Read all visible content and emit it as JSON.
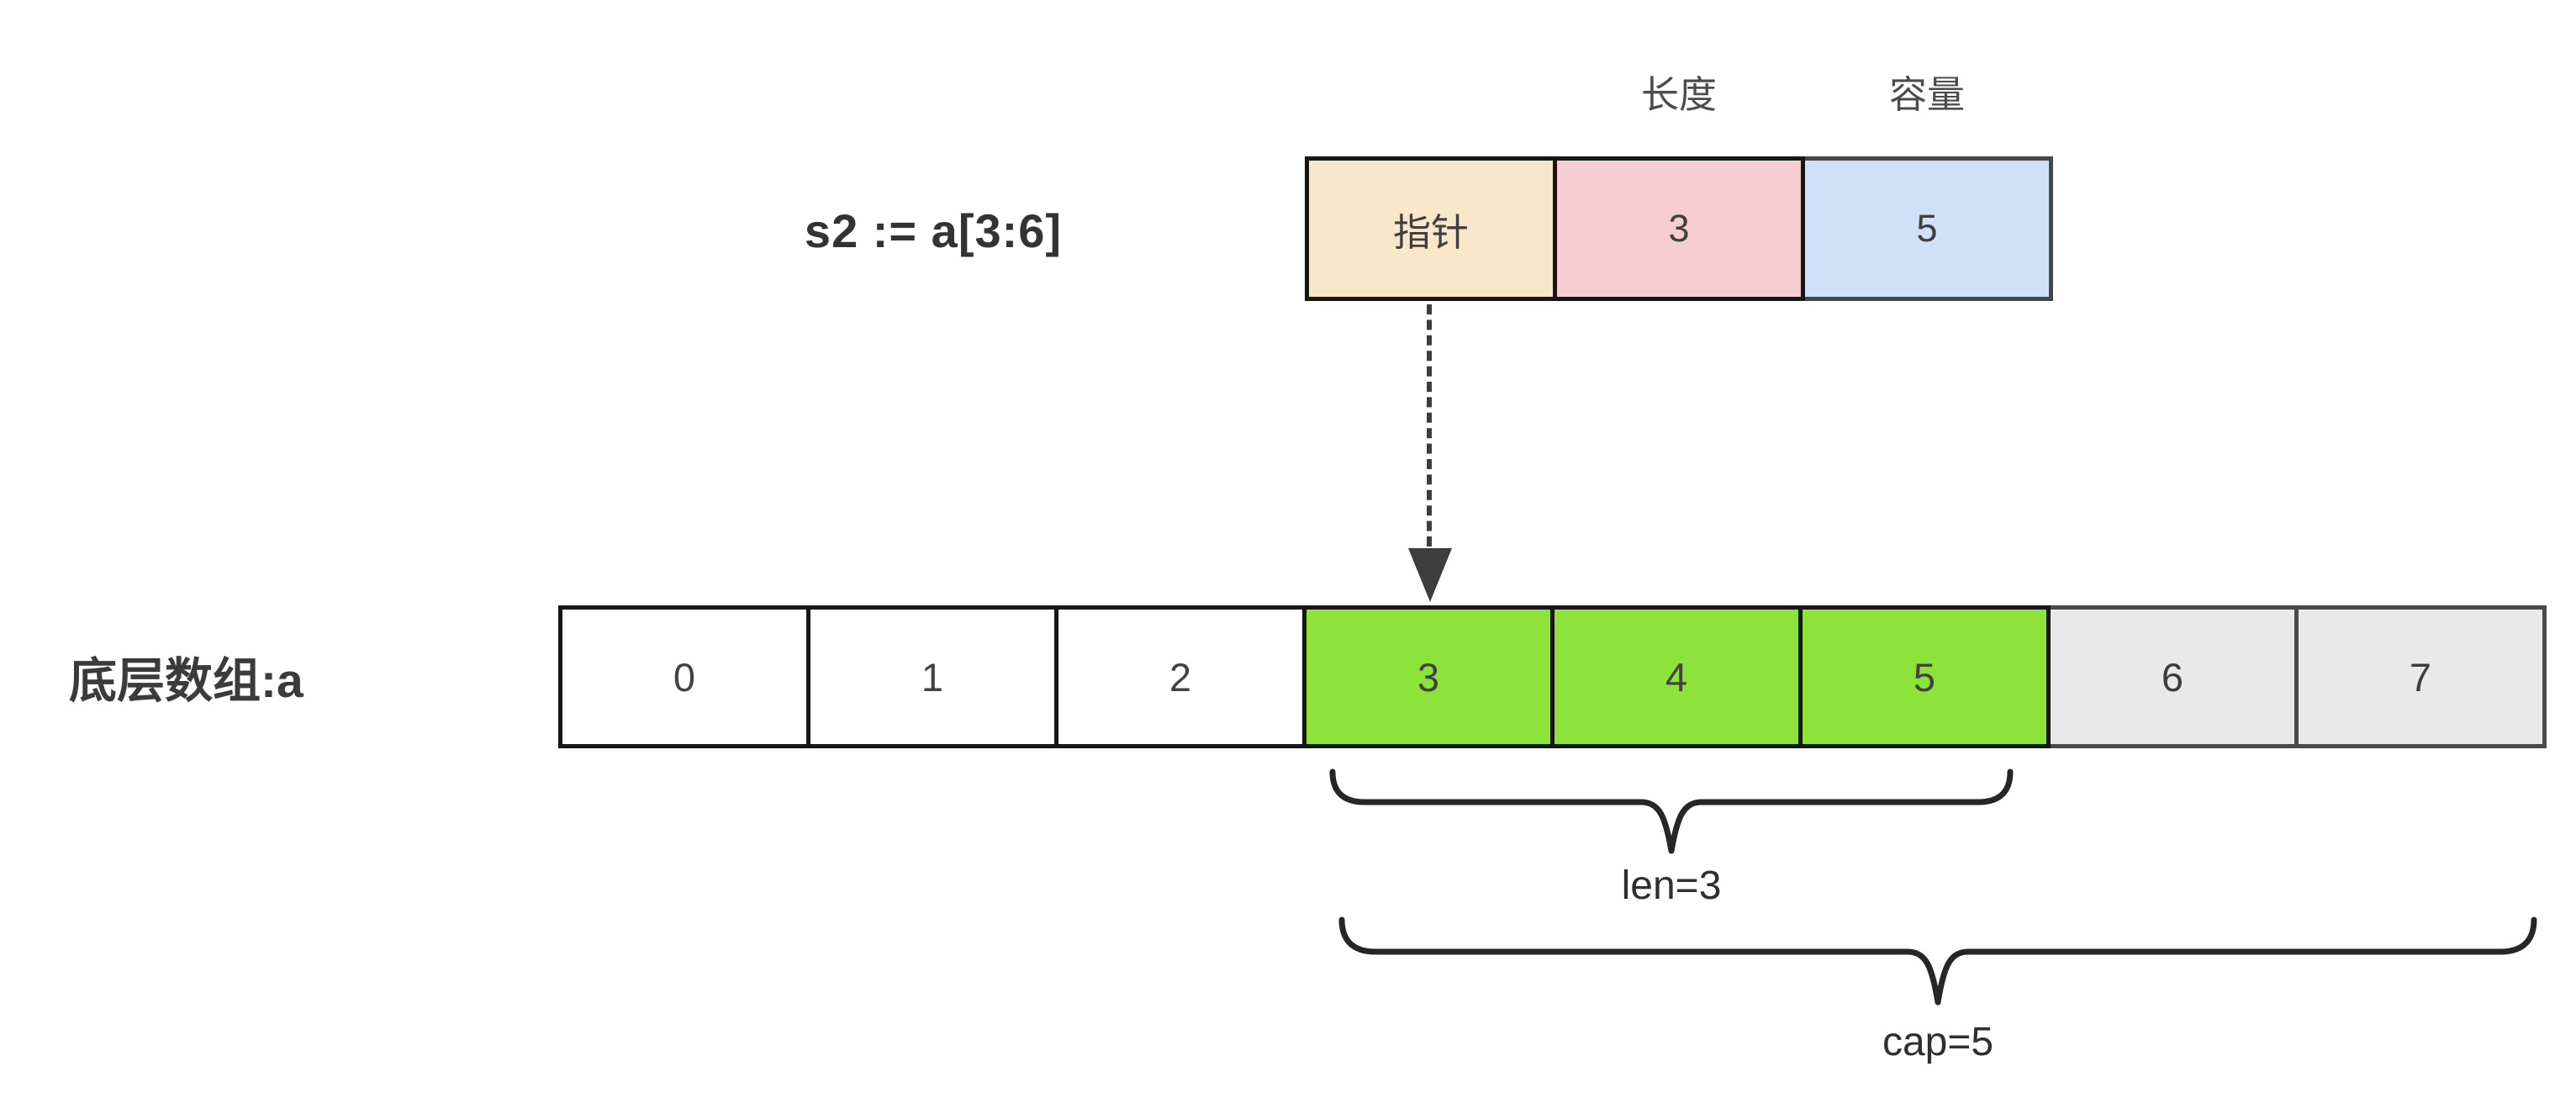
{
  "expression": "s2 := a[3:6]",
  "slice_header": {
    "field_labels": {
      "length": "长度",
      "capacity": "容量"
    },
    "cells": [
      {
        "label": "指针",
        "kind": "pointer"
      },
      {
        "label": "3",
        "kind": "length"
      },
      {
        "label": "5",
        "kind": "capacity"
      }
    ]
  },
  "underlying_array": {
    "label": "底层数组:a",
    "cells": [
      {
        "value": "0",
        "state": "plain"
      },
      {
        "value": "1",
        "state": "plain"
      },
      {
        "value": "2",
        "state": "plain"
      },
      {
        "value": "3",
        "state": "slice"
      },
      {
        "value": "4",
        "state": "slice"
      },
      {
        "value": "5",
        "state": "slice"
      },
      {
        "value": "6",
        "state": "spare"
      },
      {
        "value": "7",
        "state": "spare"
      }
    ]
  },
  "annotations": {
    "len_label": "len=3",
    "cap_label": "cap=5"
  },
  "colors": {
    "pointer_cell_bg": "#f8e7cb",
    "length_cell_bg": "#f6ced2",
    "capacity_cell_bg": "#cfe1f7",
    "slice_cell_bg": "#8ee33b",
    "spare_cell_bg": "#e9e9e9",
    "plain_cell_bg": "#ffffff",
    "border_dark": "#161616",
    "border_gray": "#4a4a4a",
    "arrow": "#3d3d3d",
    "text": "#3c3c3c"
  }
}
